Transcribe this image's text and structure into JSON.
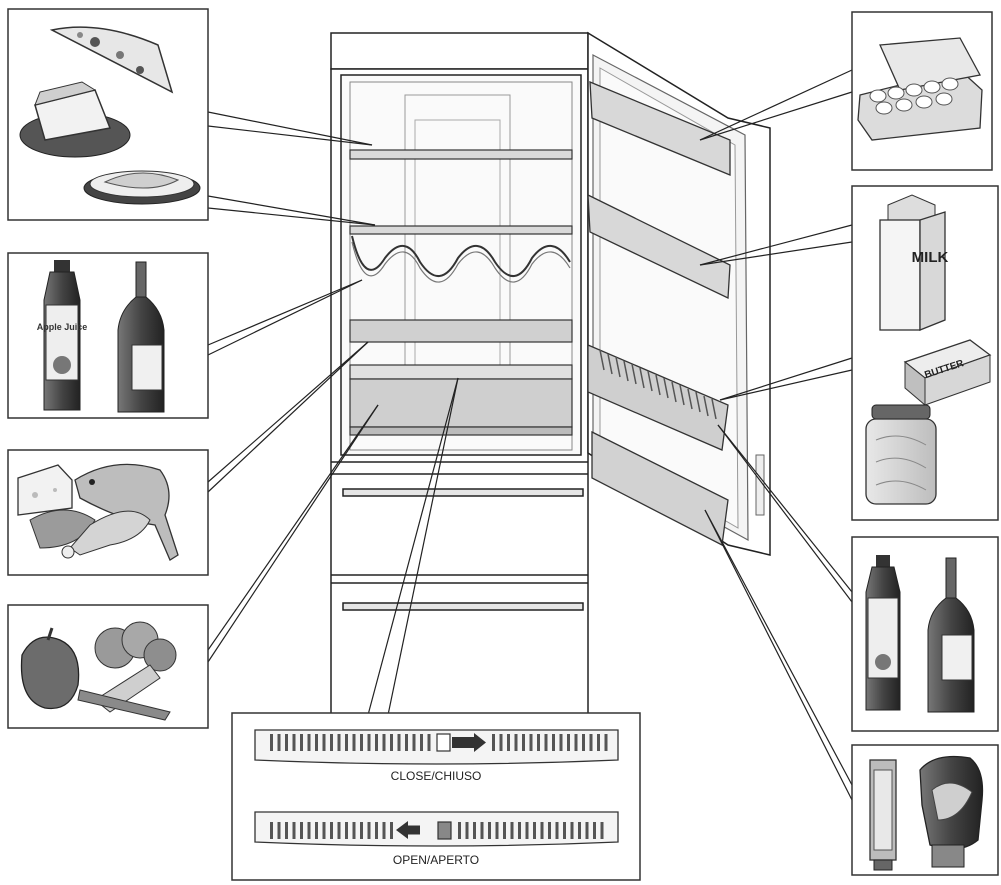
{
  "vent_control": {
    "close_label": "CLOSE/CHIUSO",
    "open_label": "OPEN/APERTO"
  },
  "food_labels": {
    "milk": "MILK",
    "butter": "BUTTER",
    "juice": "Apple Juice"
  },
  "colors": {
    "line": "#222222",
    "panel_border": "#333333",
    "shelf_fill": "#d9d9d9",
    "drawer_fill": "#d4d4d4",
    "background": "#ffffff"
  }
}
